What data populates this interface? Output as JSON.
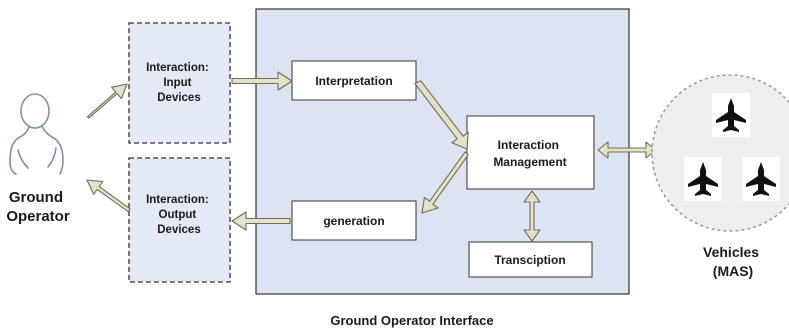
{
  "diagram": {
    "interface_label": "Ground Operator Interface",
    "operator": {
      "line1": "Ground",
      "line2": "Operator",
      "icon": "person-icon"
    },
    "input_devices": {
      "line1": "Interaction:",
      "line2": "Input",
      "line3": "Devices"
    },
    "output_devices": {
      "line1": "Interaction:",
      "line2": "Output",
      "line3": "Devices"
    },
    "interpretation": "Interpretation",
    "generation": "generation",
    "management": {
      "line1": "Interaction",
      "line2": "Management"
    },
    "transcription": "Transciption",
    "vehicles": {
      "line1": "Vehicles",
      "line2": "(MAS)",
      "icon": "jet-icon"
    }
  },
  "colors": {
    "interface_fill": "#dde4f1",
    "device_fill": "#e4eaf5",
    "box_fill": "#ffffff",
    "arrow_fill": "#e4e2c9",
    "arrow_stroke": "#6f6d5a",
    "vehicle_circle": "#eeeeee"
  }
}
